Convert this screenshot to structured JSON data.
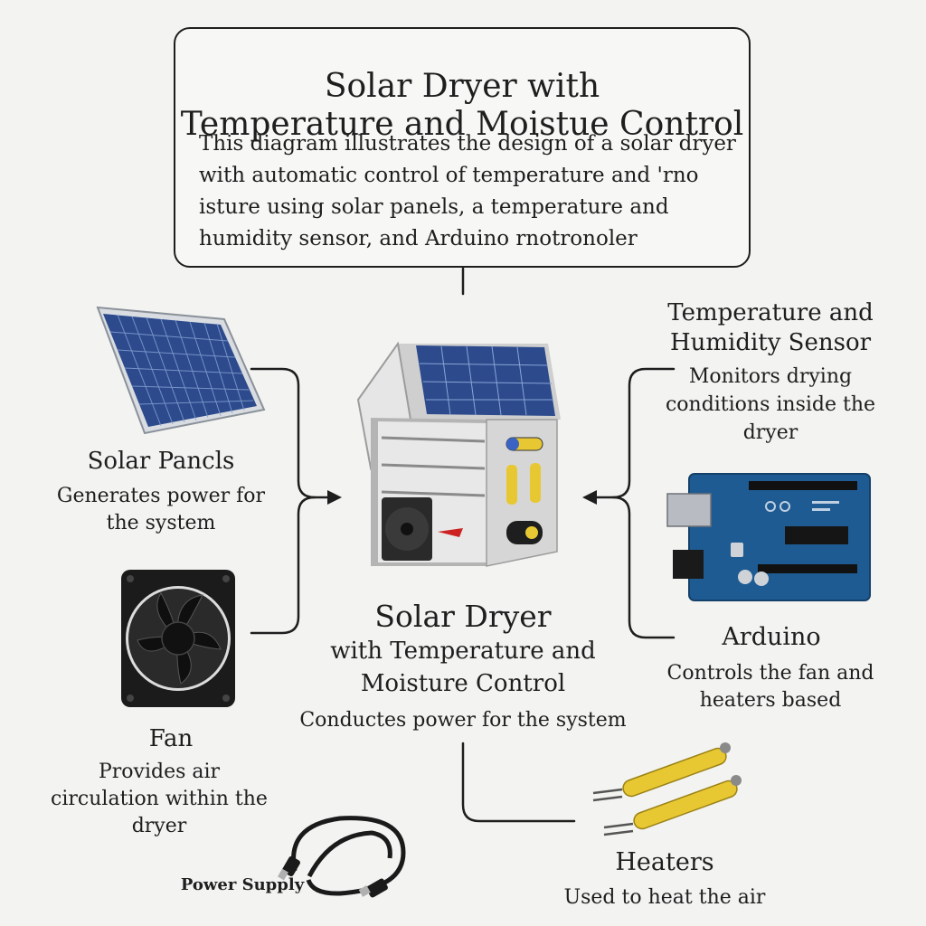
{
  "title_box": {
    "title_lines": [
      "Solar Dryer with",
      "Temperature and Moistue Control"
    ],
    "description_lines": [
      "This diagram illustrates the design of a solar dryer",
      "with automatic control of temperature and  'rno",
      "isture using solar panels, a temperature and",
      "humidity sensor, and Arduino rnotronoler"
    ]
  },
  "solar_panels": {
    "label": "Solar Pancls",
    "desc_lines": [
      "Generates power for",
      "the system"
    ]
  },
  "fan": {
    "label": "Fan",
    "desc_lines": [
      "Provides air",
      "circulation within the",
      "dryer"
    ]
  },
  "power_supply": {
    "label": "Power Supply"
  },
  "dryer": {
    "label_lines": [
      "Solar Dryer",
      "with Temperature and",
      "Moisture Control"
    ],
    "desc": "Conductes power for the system"
  },
  "sensor": {
    "label_lines": [
      "Temperature and",
      "Humidity Sensor"
    ],
    "desc_lines": [
      "Monitors drying",
      "conditions inside the",
      "dryer"
    ]
  },
  "arduino": {
    "label": "Arduino",
    "desc_lines": [
      "Controls the fan and",
      "heaters based"
    ]
  },
  "heaters": {
    "label": "Heaters",
    "desc": "Used to heat the air"
  },
  "colors": {
    "panel_blue": "#2c4a8c",
    "board_blue": "#1f5b93",
    "heater_yellow": "#e8c832",
    "line": "#1e1e1e"
  }
}
